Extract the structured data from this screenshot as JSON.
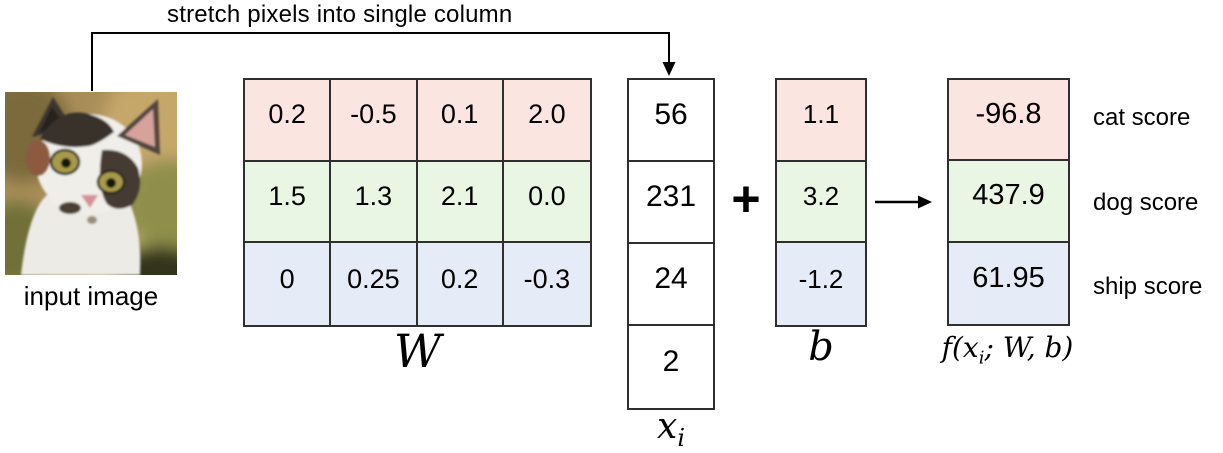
{
  "annotation": {
    "stretch_label": "stretch pixels into single column"
  },
  "input_image": {
    "caption": "input image",
    "content": "cat photo"
  },
  "weight_matrix": {
    "label": "W",
    "rows": [
      {
        "class": "cat",
        "values": [
          "0.2",
          "-0.5",
          "0.1",
          "2.0"
        ]
      },
      {
        "class": "dog",
        "values": [
          "1.5",
          "1.3",
          "2.1",
          "0.0"
        ]
      },
      {
        "class": "ship",
        "values": [
          "0",
          "0.25",
          "0.2",
          "-0.3"
        ]
      }
    ]
  },
  "input_vector": {
    "label_base": "x",
    "label_sub": "i",
    "values": [
      "56",
      "231",
      "24",
      "2"
    ]
  },
  "operators": {
    "plus": "+"
  },
  "bias_vector": {
    "label": "b",
    "values": [
      "1.1",
      "3.2",
      "-1.2"
    ]
  },
  "output_vector": {
    "label_prefix": "f(x",
    "label_sub": "i",
    "label_suffix": "; W, b)",
    "values": [
      "-96.8",
      "437.9",
      "61.95"
    ]
  },
  "score_labels": {
    "cat": "cat score",
    "dog": "dog score",
    "ship": "ship score"
  },
  "colors": {
    "cat_row": "#fbe5e1",
    "dog_row": "#e9f6e3",
    "ship_row": "#e5ebf7",
    "border": "#2f2f2f"
  }
}
